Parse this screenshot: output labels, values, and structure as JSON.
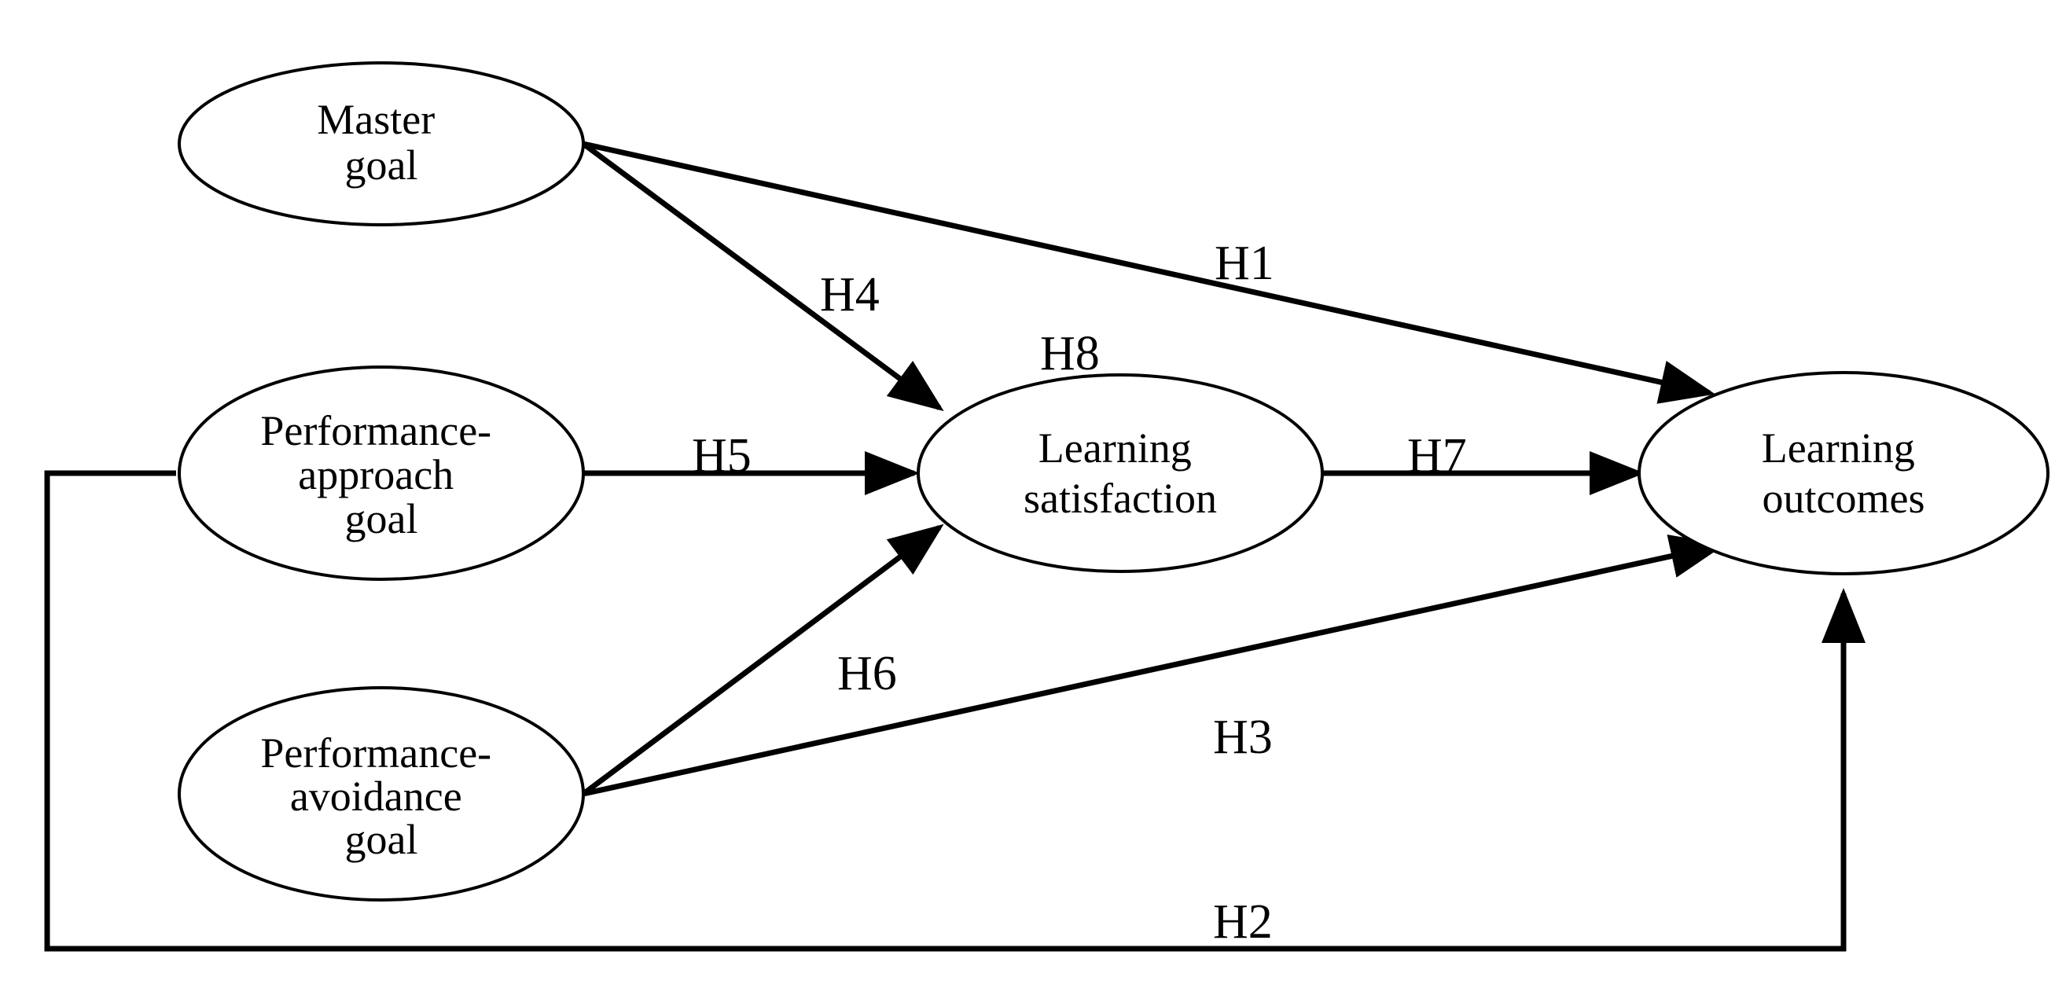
{
  "nodes": {
    "master": {
      "lines": [
        "Master",
        "goal"
      ]
    },
    "approach": {
      "lines": [
        "Performance-",
        "approach",
        "goal"
      ]
    },
    "avoidance": {
      "lines": [
        "Performance-",
        "avoidance",
        "goal"
      ]
    },
    "satisfaction": {
      "lines": [
        "Learning",
        "satisfaction"
      ]
    },
    "outcomes": {
      "lines": [
        "Learning",
        "outcomes"
      ]
    }
  },
  "hypotheses": {
    "h1": "H1",
    "h2": "H2",
    "h3": "H3",
    "h4": "H4",
    "h5": "H5",
    "h6": "H6",
    "h7": "H7",
    "h8": "H8"
  },
  "colors": {
    "stroke": "#000000",
    "background": "#ffffff"
  }
}
